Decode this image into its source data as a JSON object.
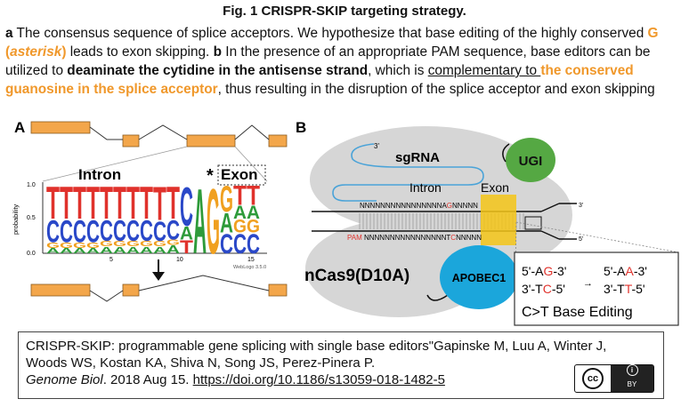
{
  "figure": {
    "title": "Fig. 1  CRISPR-SKIP targeting strategy.",
    "caption": {
      "a_label": "a",
      "a_text_1": " The consensus sequence of splice acceptors. We hypothesize that base editing of the highly conserved ",
      "a_highlight_g": "G (",
      "a_highlight_asterisk": "asterisk",
      "a_highlight_close": ")",
      "a_text_2": " leads to exon skipping. ",
      "b_label": "b",
      "b_text_1": " In the presence of an appropriate PAM sequence, base editors can be utilized to ",
      "b_bold": "deaminate the cytidine in the antisense strand",
      "b_text_2": ", which is ",
      "b_underline": "complementary to ",
      "b_orange": "the conserved guanosine in the splice acceptor",
      "b_text_3": ", thus resulting in the disruption of the splice acceptor and exon skipping"
    }
  },
  "panel_a": {
    "label": "A",
    "intron_label": "Intron",
    "exon_label": "Exon",
    "asterisk": "*",
    "ylabel": "probability",
    "yticks": [
      "1.0",
      "0.5",
      "0.0"
    ],
    "xticks": [
      "5",
      "10",
      "15"
    ],
    "logo_credit": "WebLogo 3.5.0"
  },
  "panel_b": {
    "label": "B",
    "sgrna_label": "sgRNA",
    "three_prime": "3'",
    "five_prime": "5'",
    "ugi_label": "UGI",
    "intron_label": "Intron",
    "exon_label": "Exon",
    "top_strand_n": "NNNNNNNNNNNNNNNNA",
    "top_strand_g": "G",
    "top_strand_tail": "NNNNN",
    "pam_label": "PAM",
    "bottom_strand_n": " NNNNNNNNNNNNNNNNT",
    "bottom_strand_c": "C",
    "bottom_strand_tail": "NNNNN",
    "ncas9_label": "nCas9(D10A)",
    "apobec_label": "APOBEC1",
    "edit_before_top_pre": "5'-A",
    "edit_before_top_hl": "G",
    "edit_before_top_post": "-3'",
    "edit_before_bot_pre": "3'-T",
    "edit_before_bot_hl": "C",
    "edit_before_bot_post": "-5'",
    "edit_after_top_pre": "5'-A",
    "edit_after_top_hl": "A",
    "edit_after_top_post": "-3'",
    "edit_after_bot_pre": "3'-T",
    "edit_after_bot_hl": "T",
    "edit_after_bot_post": "-5'",
    "base_editing_label": "C>T Base Editing",
    "arrow": "→"
  },
  "citation": {
    "line1": "CRISPR-SKIP: programmable gene splicing with single base editors\"Gapinske M, Luu A, Winter J,",
    "line2": "Woods WS, Kostan KA, Shiva N, Song JS, Perez-Pinera P.",
    "journal": "Genome Biol",
    "date": ". 2018 Aug 15. ",
    "doi": "https://doi.org/10.1186/s13059-018-1482-5",
    "cc_label": "cc",
    "by_label": "BY"
  },
  "colors": {
    "orange": "#f0982b",
    "exon_box": "#f3a64a",
    "ugi_green": "#55a843",
    "apobec_blue": "#1ba6db",
    "cas9_gray": "#d6d6d6",
    "red": "#e0322c",
    "rna_blue": "#4aa3d8"
  }
}
